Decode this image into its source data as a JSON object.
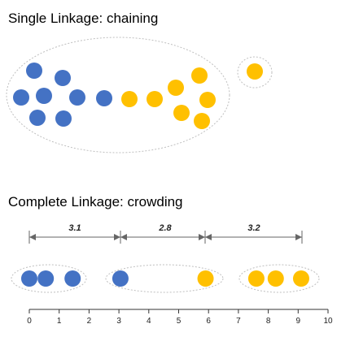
{
  "colors": {
    "blue": "#4472c4",
    "orange": "#ffc000",
    "axis": "#333333",
    "outline": "#bfbfbf"
  },
  "top_panel": {
    "title": "Single Linkage: chaining",
    "points": [
      {
        "id": "b1",
        "color": "blue"
      },
      {
        "id": "b2",
        "color": "blue"
      },
      {
        "id": "b3",
        "color": "blue"
      },
      {
        "id": "b4",
        "color": "blue"
      },
      {
        "id": "b5",
        "color": "blue"
      },
      {
        "id": "b6",
        "color": "blue"
      },
      {
        "id": "b7",
        "color": "blue"
      },
      {
        "id": "b8",
        "color": "blue"
      },
      {
        "id": "o1",
        "color": "orange"
      },
      {
        "id": "o2",
        "color": "orange"
      },
      {
        "id": "o3",
        "color": "orange"
      },
      {
        "id": "o4",
        "color": "orange"
      },
      {
        "id": "o5",
        "color": "orange"
      },
      {
        "id": "o6",
        "color": "orange"
      },
      {
        "id": "o7",
        "color": "orange"
      },
      {
        "id": "o8",
        "color": "orange"
      }
    ],
    "outlier": {
      "color": "orange"
    }
  },
  "bottom_panel": {
    "title": "Complete Linkage: crowding",
    "distances": [
      "3.1",
      "2.8",
      "3.2"
    ],
    "axis": {
      "min": 0,
      "max": 10,
      "ticks": [
        "0",
        "1",
        "2",
        "3",
        "4",
        "5",
        "6",
        "7",
        "8",
        "9",
        "10"
      ]
    },
    "points": [
      {
        "x": 0.0,
        "color": "blue"
      },
      {
        "x": 0.55,
        "color": "blue"
      },
      {
        "x": 1.45,
        "color": "blue"
      },
      {
        "x": 3.05,
        "color": "blue"
      },
      {
        "x": 5.9,
        "color": "orange"
      },
      {
        "x": 7.6,
        "color": "orange"
      },
      {
        "x": 8.25,
        "color": "orange"
      },
      {
        "x": 9.1,
        "color": "orange"
      }
    ]
  }
}
